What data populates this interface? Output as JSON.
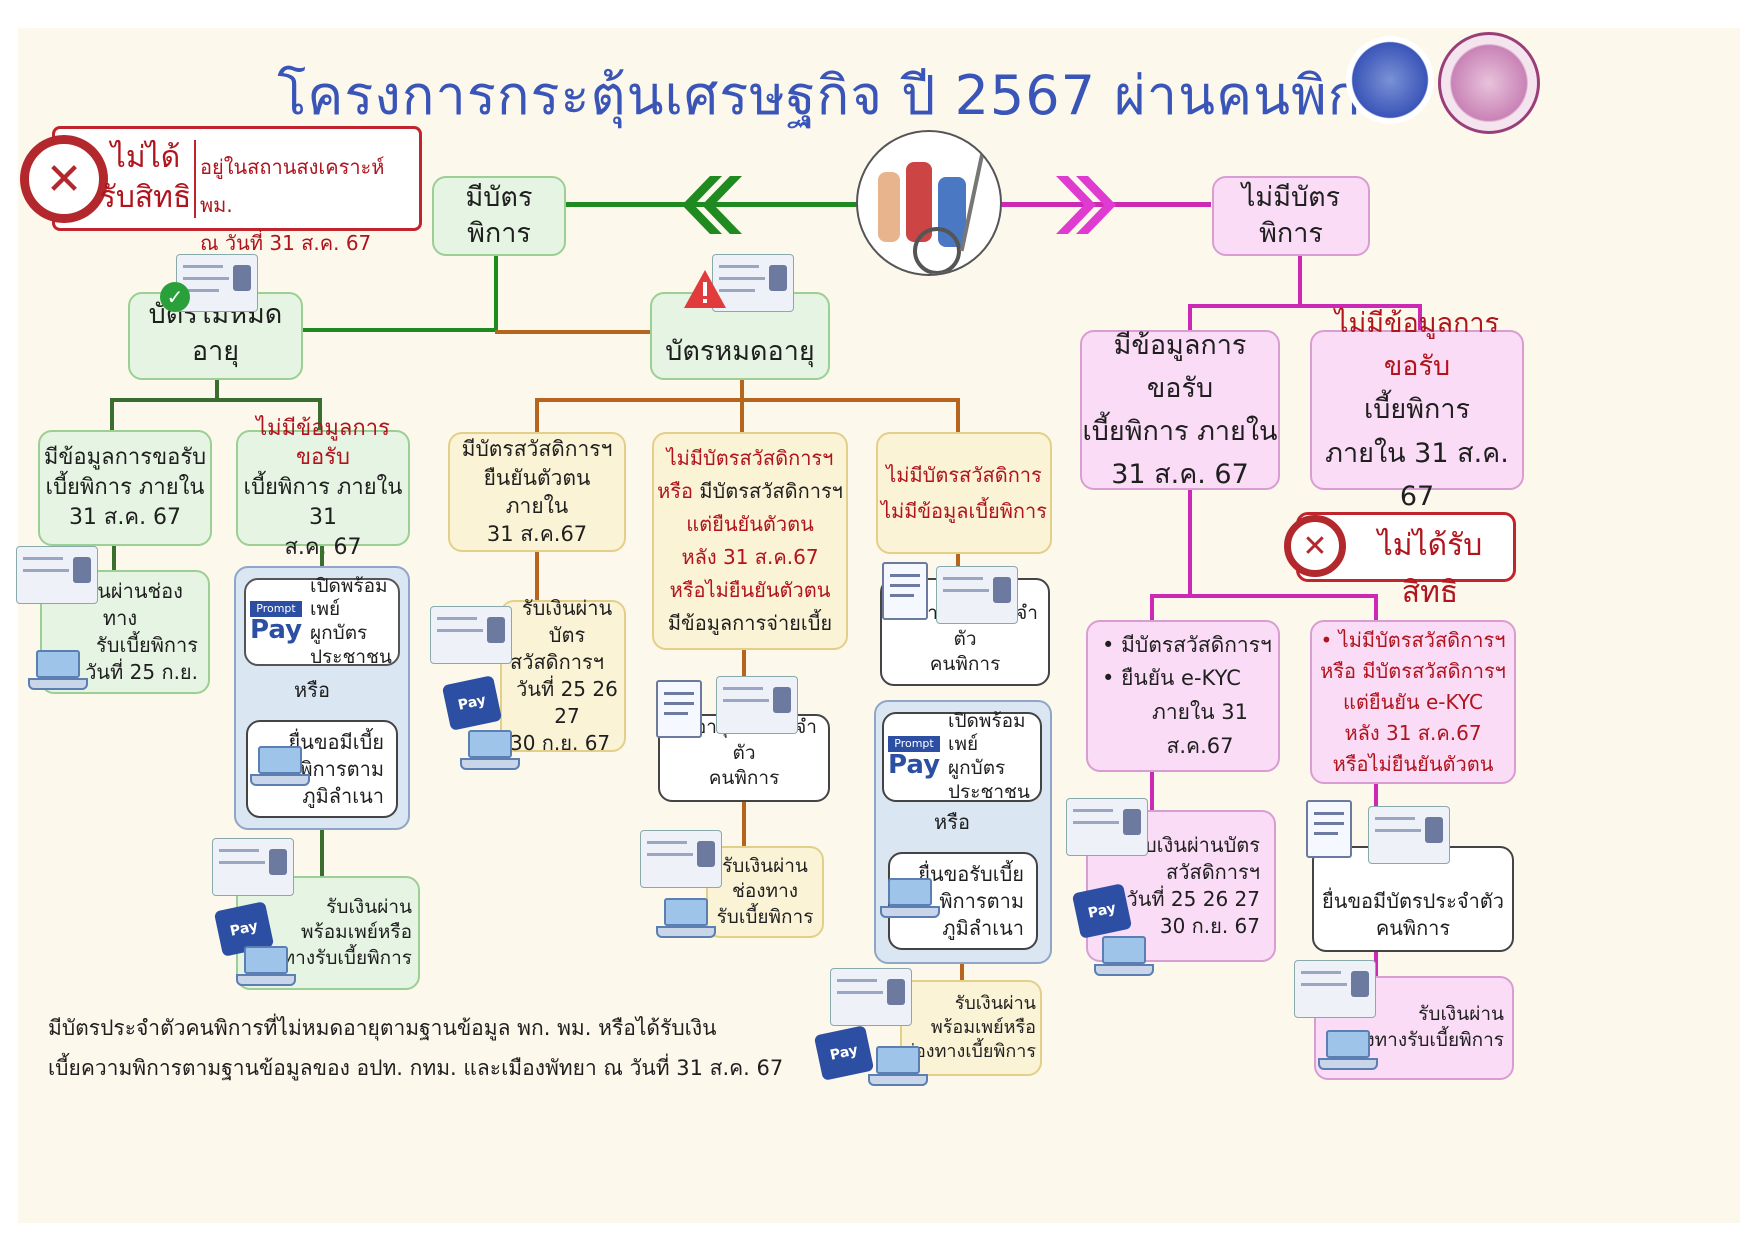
{
  "title": "โครงการกระตุ้นเศรษฐกิจ ปี 2567 ผ่านคนพิการ",
  "not_eligible_top": {
    "label_line1": "ไม่ได้",
    "label_line2": "รับสิทธิ",
    "condition_line1": "อยู่ในสถานสงเคราะห์ พม.",
    "condition_line2": "ณ วันที่ 31 ส.ค. 67"
  },
  "has_card": "มีบัตรพิการ",
  "no_card": "ไม่มีบัตรพิการ",
  "card_not_expired": "บัตรไม่หมดอายุ",
  "card_expired": "บัตรหมดอายุ",
  "ne_data_within": [
    "มีข้อมูลการขอรับ",
    "เบี้ยพิการ ภายใน",
    "31 ส.ค. 67"
  ],
  "ne_no_data": [
    "ไม่มีข้อมูลการขอรับ",
    "เบี้ยพิการ ภายใน 31",
    "ส.ค. 67"
  ],
  "ne_receive_channel": [
    "รับเงินผ่านช่องทาง",
    "รับเบี้ยพิการ",
    "วันที่ 25 ก.ย."
  ],
  "ne_promptpay": [
    "เปิดพร้อมเพย์",
    "ผูกบัตร",
    "ประชาชน"
  ],
  "or_text": "หรือ",
  "ne_apply": [
    "ยื่นขอมีเบี้ย",
    "พิการตาม",
    "ภูมิลำเนา"
  ],
  "ne_receive_pp": [
    "รับเงินผ่าน",
    "พร้อมเพย์หรือ",
    "ช่องทางรับเบี้ยพิการ"
  ],
  "ex_welfare_verified": [
    "มีบัตรสวัสดิการฯ",
    "ยืนยันตัวตน ภายใน",
    "31 ส.ค.67"
  ],
  "ex_no_welfare": {
    "b1": "ไม่มีบัตรสวัสดิการฯ",
    "l2a": "หรือ",
    "l2b": "มีบัตรสวัสดิการฯ",
    "l3": "แต่ยืนยันตัวตน",
    "l4": "หลัง 31 ส.ค.67",
    "l5": "หรือไม่ยืนยันตัวตน",
    "b2": "มีข้อมูลการจ่ายเบี้ย"
  },
  "ex_no_welfare_no_data": [
    "ไม่มีบัตรสวัสดิการ",
    "ไม่มีข้อมูลเบี้ยพิการ"
  ],
  "ex_receive_welfare": [
    "รับเงินผ่านบัตร",
    "สวัสดิการฯ",
    "วันที่ 25 26 27",
    "30 ก.ย. 67"
  ],
  "ex_renew1": [
    "ต่ออายุบัตรประจำตัว",
    "คนพิการ"
  ],
  "ex_receive_channel": [
    "รับเงินผ่าน",
    "ช่องทาง",
    "รับเบี้ยพิการ"
  ],
  "ex_renew2": [
    "ต่ออายุบัตรประจำตัว",
    "คนพิการ"
  ],
  "ex_promptpay": [
    "เปิดพร้อมเพย์",
    "ผูกบัตร",
    "ประชาชน"
  ],
  "ex_apply": [
    "ยื่นขอรับเบี้ย",
    "พิการตาม",
    "ภูมิลำเนา"
  ],
  "ex_receive_pp": [
    "รับเงินผ่าน",
    "พร้อมเพย์หรือ",
    "ช่องทางเบี้ยพิการ"
  ],
  "nc_data_within": [
    "มีข้อมูลการขอรับ",
    "เบี้ยพิการ ภายใน",
    "31 ส.ค. 67"
  ],
  "nc_no_data": [
    "ไม่มีข้อมูลการขอรับ",
    "เบี้ยพิการ",
    "ภายใน  31 ส.ค. 67"
  ],
  "nc_not_eligible": "ไม่ได้รับสิทธิ",
  "nc_welfare_ekyc": [
    "มีบัตรสวัสดิการฯ",
    "ยืนยัน e-KYC",
    "ภายใน 31 ส.ค.67"
  ],
  "nc_no_welfare": [
    "ไม่มีบัตรสวัสดิการฯ",
    "หรือ มีบัตรสวัสดิการฯ",
    "แต่ยืนยัน e-KYC",
    "หลัง 31 ส.ค.67",
    "หรือไม่ยืนยันตัวตน"
  ],
  "nc_receive_welfare": [
    "รับเงินผ่านบัตร",
    "สวัสดิการฯ",
    "วันที่ 25 26 27",
    "30 ก.ย. 67"
  ],
  "nc_apply_card": [
    "ยื่นขอมีบัตรประจำตัว",
    "คนพิการ"
  ],
  "nc_receive_channel": [
    "รับเงินผ่าน",
    "ช่องทางรับเบี้ยพิการ"
  ],
  "promptpay_logo": [
    "Prompt",
    "Pay"
  ],
  "footnote": [
    "มีบัตรประจำตัวคนพิการที่ไม่หมดอายุตามฐานข้อมูล พก. พม. หรือได้รับเงิน",
    "เบี้ยความพิการตามฐานข้อมูลของ อปท. กทม. และเมืองพัทยา ณ วันที่ 31 ส.ค. 67"
  ],
  "colors": {
    "title": "#3a55b8",
    "green": "#1f8a1f",
    "orange": "#b5651d",
    "magenta": "#cc2ab4",
    "red": "#b0141d"
  },
  "icons": [
    "x-circle-icon",
    "check-icon",
    "warning-icon",
    "chevron-left-icon",
    "chevron-right-icon",
    "id-card-icon",
    "laptop-icon",
    "document-icon",
    "promptpay-icon",
    "people-illustration",
    "ministry-seal",
    "bangkok-seal"
  ]
}
